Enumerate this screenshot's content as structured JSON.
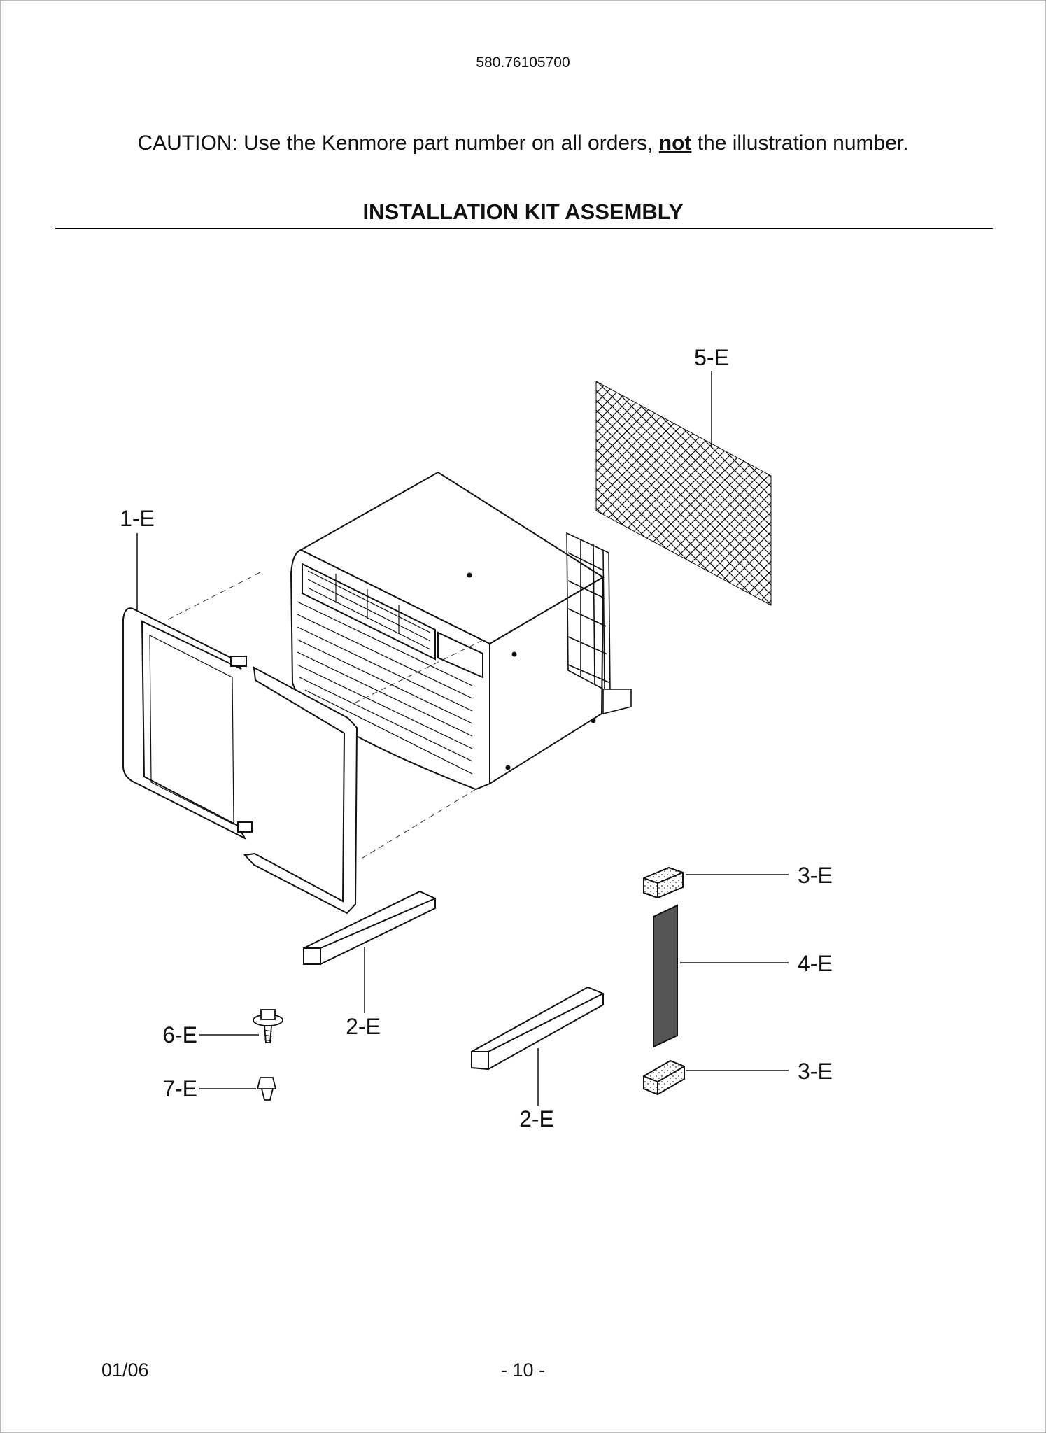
{
  "header": {
    "model_number": "580.76105700",
    "caution_before": "CAUTION: Use the Kenmore part number on all orders, ",
    "caution_emphasis": "not",
    "caution_after": " the illustration number.",
    "title": "INSTALLATION KIT ASSEMBLY"
  },
  "callouts": [
    {
      "id": "5-E"
    },
    {
      "id": "1-E"
    },
    {
      "id": "3-E"
    },
    {
      "id": "4-E"
    },
    {
      "id": "2-E"
    },
    {
      "id": "6-E"
    },
    {
      "id": "7-E"
    },
    {
      "id": "2-E"
    },
    {
      "id": "3-E"
    }
  ],
  "parts": [
    {
      "ref": "1-E",
      "part": "frame-icon"
    },
    {
      "ref": "2-E",
      "part": "side-bar-icon"
    },
    {
      "ref": "3-E",
      "part": "foam-block-icon"
    },
    {
      "ref": "4-E",
      "part": "foam-strip-icon"
    },
    {
      "ref": "5-E",
      "part": "mesh-screen-icon"
    },
    {
      "ref": "6-E",
      "part": "screw-icon"
    },
    {
      "ref": "7-E",
      "part": "clip-icon"
    }
  ],
  "footer": {
    "date": "01/06",
    "page": "- 10 -"
  }
}
